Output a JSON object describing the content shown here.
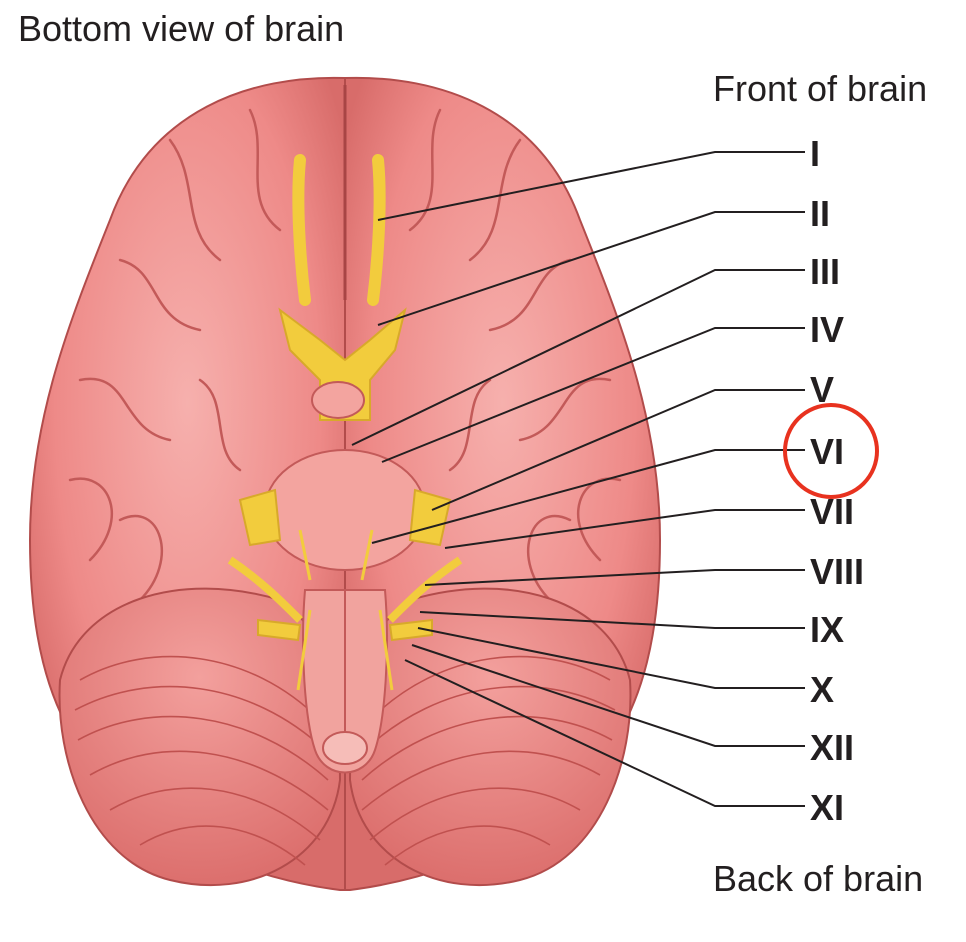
{
  "title": "Bottom view of brain",
  "front_label": "Front of brain",
  "back_label": "Back of brain",
  "nerves": [
    {
      "label": "I"
    },
    {
      "label": "II"
    },
    {
      "label": "III"
    },
    {
      "label": "IV"
    },
    {
      "label": "V"
    },
    {
      "label": "VI",
      "highlighted": true
    },
    {
      "label": "VII"
    },
    {
      "label": "VIII"
    },
    {
      "label": "IX"
    },
    {
      "label": "X"
    },
    {
      "label": "XII"
    },
    {
      "label": "XI"
    }
  ],
  "colors": {
    "brain": "#ee8a88",
    "brain_dark": "#c95c5c",
    "nerve": "#f2cc3d",
    "highlight": "#e8321f",
    "text": "#231f20"
  }
}
